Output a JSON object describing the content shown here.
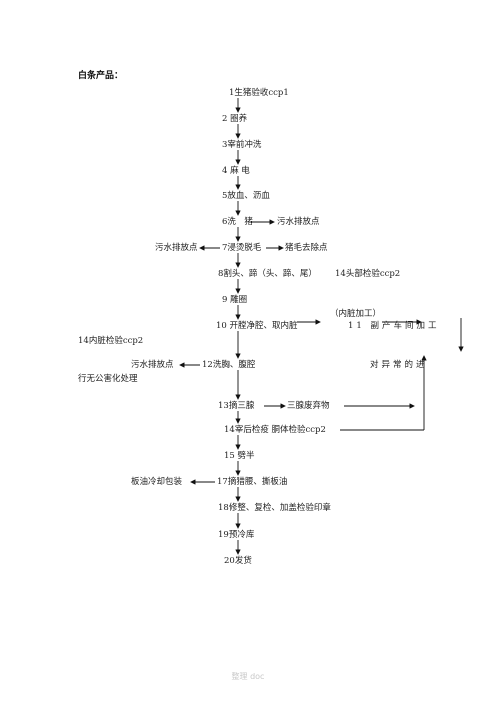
{
  "heading": "白条产品：",
  "steps": {
    "s1": "1生猪验收ccp1",
    "s2": "2 圈养",
    "s3": "3宰前冲洗",
    "s4": "4 麻 电",
    "s5": "5放血、沥血",
    "s6": "6洗　猪",
    "s7": "7浸烫脱毛",
    "s8": "8割头、蹄（头、蹄、尾）",
    "s9": "9 雕圈",
    "s10": "10 开膛净腔、取内脏",
    "s11": "11 副产车间加工",
    "s12": "12洗胸、腹腔",
    "s13": "13摘三腺",
    "s14": "14宰后检疫 胴体检验ccp2",
    "s15": "15 劈半",
    "s17": "17摘猎腰、撕板油",
    "s18": "18修整、复检、加盖检验印章",
    "s19": "19预冷库",
    "s20": "20发货"
  },
  "side": {
    "wastewater_6": "污水排放点",
    "wastewater_7": "污水排放点",
    "hair_removal": "猪毛去除点",
    "head_inspection": "14头部检验ccp2",
    "viscera_note": "（内脏加工）",
    "viscera_inspection": "14内脏检验ccp2",
    "wastewater_12": "污水排放点",
    "abnormal_line1": "对异常的进",
    "abnormal_line2": "行无公害化处理",
    "gland_waste": "三腺废弃物",
    "leaf_fat": "板油冷却包装"
  },
  "footer": "整理 doc"
}
